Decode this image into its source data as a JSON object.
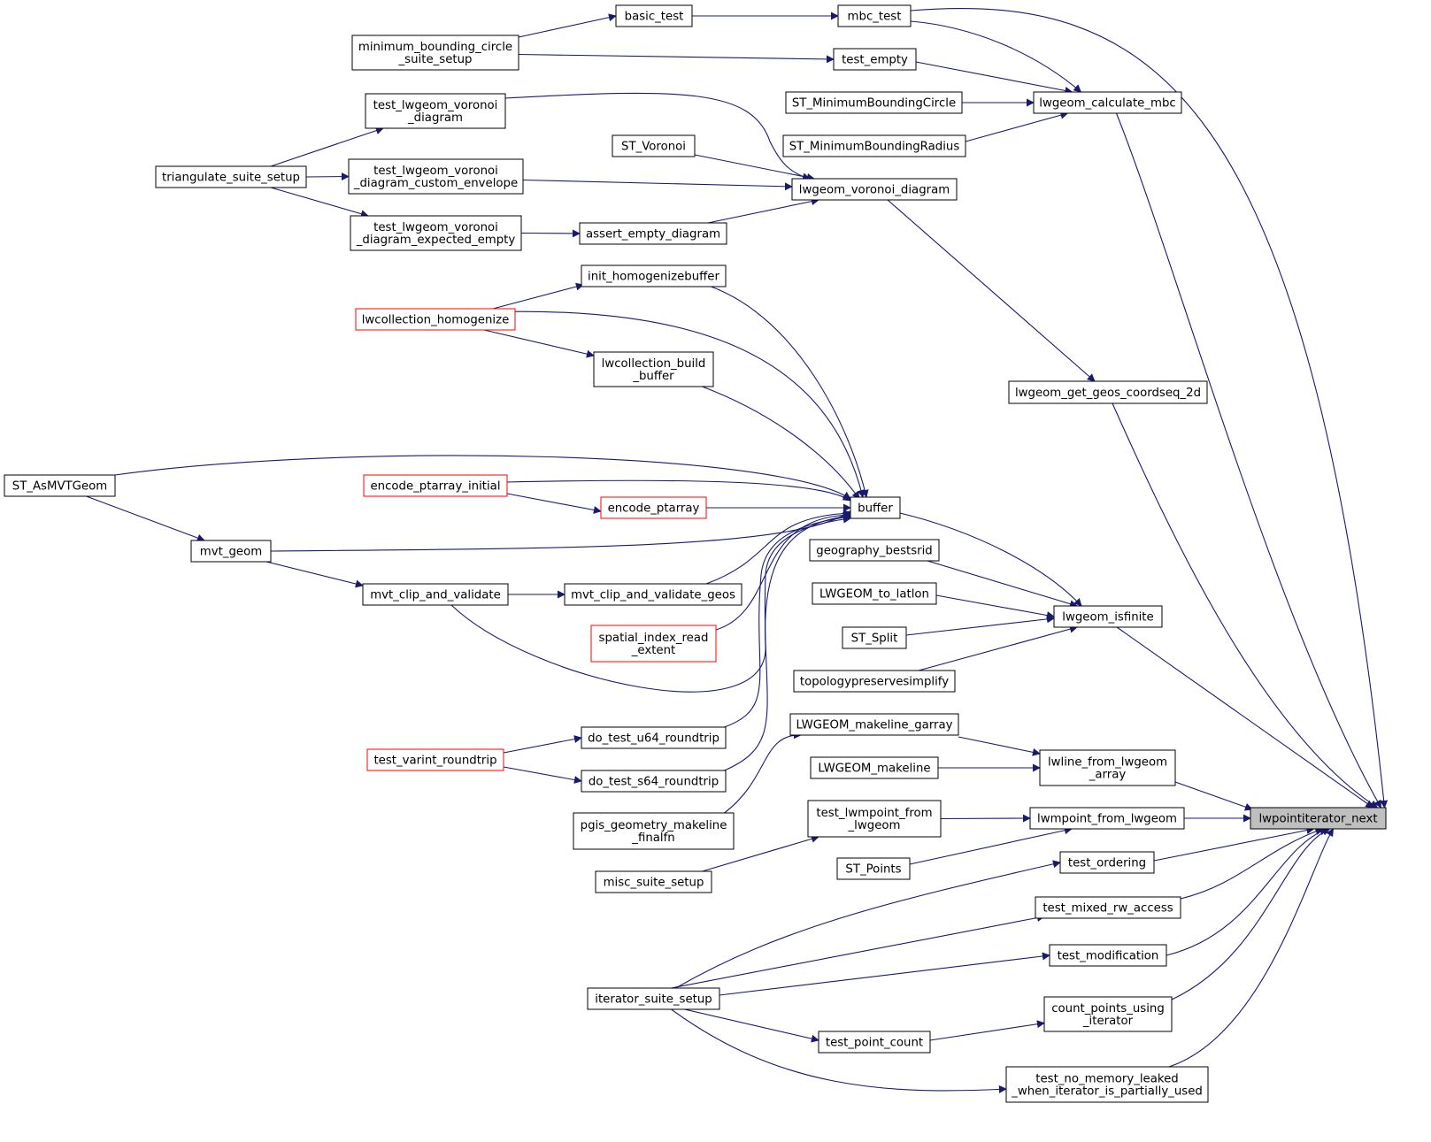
{
  "diagram": {
    "title": "",
    "edge_color": "#191970",
    "nodes": [
      {
        "id": "target",
        "lines": [
          "lwpointiterator_next"
        ],
        "style": "target"
      },
      {
        "id": "calc_mbc",
        "lines": [
          "lwgeom_calculate_mbc"
        ],
        "style": "normal"
      },
      {
        "id": "mbc_test",
        "lines": [
          "mbc_test"
        ],
        "style": "normal"
      },
      {
        "id": "basic_test",
        "lines": [
          "basic_test"
        ],
        "style": "normal"
      },
      {
        "id": "mbc_suite",
        "lines": [
          "minimum_bounding_circle",
          "_suite_setup"
        ],
        "style": "normal"
      },
      {
        "id": "test_empty",
        "lines": [
          "test_empty"
        ],
        "style": "normal"
      },
      {
        "id": "st_mbc",
        "lines": [
          "ST_MinimumBoundingCircle"
        ],
        "style": "normal"
      },
      {
        "id": "st_mbr",
        "lines": [
          "ST_MinimumBoundingRadius"
        ],
        "style": "normal"
      },
      {
        "id": "coordseq",
        "lines": [
          "lwgeom_get_geos_coordseq_2d"
        ],
        "style": "normal"
      },
      {
        "id": "voronoi",
        "lines": [
          "lwgeom_voronoi_diagram"
        ],
        "style": "normal"
      },
      {
        "id": "t_vor",
        "lines": [
          "test_lwgeom_voronoi",
          "_diagram"
        ],
        "style": "normal"
      },
      {
        "id": "st_voronoi",
        "lines": [
          "ST_Voronoi"
        ],
        "style": "normal"
      },
      {
        "id": "t_vor_env",
        "lines": [
          "test_lwgeom_voronoi",
          "_diagram_custom_envelope"
        ],
        "style": "normal"
      },
      {
        "id": "assert_empty",
        "lines": [
          "assert_empty_diagram"
        ],
        "style": "normal"
      },
      {
        "id": "t_vor_empty",
        "lines": [
          "test_lwgeom_voronoi",
          "_diagram_expected_empty"
        ],
        "style": "normal"
      },
      {
        "id": "tri_suite",
        "lines": [
          "triangulate_suite_setup"
        ],
        "style": "normal"
      },
      {
        "id": "buffer",
        "lines": [
          "buffer"
        ],
        "style": "normal"
      },
      {
        "id": "init_homog",
        "lines": [
          "init_homogenizebuffer"
        ],
        "style": "normal"
      },
      {
        "id": "lwcoll_homog",
        "lines": [
          "lwcollection_homogenize"
        ],
        "style": "red"
      },
      {
        "id": "lwcoll_build",
        "lines": [
          "lwcollection_build",
          "_buffer"
        ],
        "style": "normal"
      },
      {
        "id": "st_asmvt",
        "lines": [
          "ST_AsMVTGeom"
        ],
        "style": "normal"
      },
      {
        "id": "enc_init",
        "lines": [
          "encode_ptarray_initial"
        ],
        "style": "red"
      },
      {
        "id": "enc_pt",
        "lines": [
          "encode_ptarray"
        ],
        "style": "red"
      },
      {
        "id": "mvt_geom",
        "lines": [
          "mvt_geom"
        ],
        "style": "normal"
      },
      {
        "id": "mvt_clip",
        "lines": [
          "mvt_clip_and_validate"
        ],
        "style": "normal"
      },
      {
        "id": "mvt_clip_geos",
        "lines": [
          "mvt_clip_and_validate_geos"
        ],
        "style": "normal"
      },
      {
        "id": "spatial_idx",
        "lines": [
          "spatial_index_read",
          "_extent"
        ],
        "style": "red"
      },
      {
        "id": "do_u64",
        "lines": [
          "do_test_u64_roundtrip"
        ],
        "style": "normal"
      },
      {
        "id": "do_s64",
        "lines": [
          "do_test_s64_roundtrip"
        ],
        "style": "normal"
      },
      {
        "id": "t_varint",
        "lines": [
          "test_varint_roundtrip"
        ],
        "style": "red"
      },
      {
        "id": "isfinite",
        "lines": [
          "lwgeom_isfinite"
        ],
        "style": "normal"
      },
      {
        "id": "geog_best",
        "lines": [
          "geography_bestsrid"
        ],
        "style": "normal"
      },
      {
        "id": "to_latlon",
        "lines": [
          "LWGEOM_to_latlon"
        ],
        "style": "normal"
      },
      {
        "id": "st_split",
        "lines": [
          "ST_Split"
        ],
        "style": "normal"
      },
      {
        "id": "topo_simpl",
        "lines": [
          "topologypreservesimplify"
        ],
        "style": "normal"
      },
      {
        "id": "lwline_from",
        "lines": [
          "lwline_from_lwgeom",
          "_array"
        ],
        "style": "normal"
      },
      {
        "id": "makeline_garray",
        "lines": [
          "LWGEOM_makeline_garray"
        ],
        "style": "normal"
      },
      {
        "id": "makeline",
        "lines": [
          "LWGEOM_makeline"
        ],
        "style": "normal"
      },
      {
        "id": "pgis_makeline",
        "lines": [
          "pgis_geometry_makeline",
          "_finalfn"
        ],
        "style": "normal"
      },
      {
        "id": "lwmpoint_from",
        "lines": [
          "lwmpoint_from_lwgeom"
        ],
        "style": "normal"
      },
      {
        "id": "t_lwmpoint",
        "lines": [
          "test_lwmpoint_from",
          "_lwgeom"
        ],
        "style": "normal"
      },
      {
        "id": "misc_suite",
        "lines": [
          "misc_suite_setup"
        ],
        "style": "normal"
      },
      {
        "id": "st_points",
        "lines": [
          "ST_Points"
        ],
        "style": "normal"
      },
      {
        "id": "t_ordering",
        "lines": [
          "test_ordering"
        ],
        "style": "normal"
      },
      {
        "id": "t_mixed",
        "lines": [
          "test_mixed_rw_access"
        ],
        "style": "normal"
      },
      {
        "id": "t_modif",
        "lines": [
          "test_modification"
        ],
        "style": "normal"
      },
      {
        "id": "count_pts",
        "lines": [
          "count_points_using",
          "_iterator"
        ],
        "style": "normal"
      },
      {
        "id": "t_no_mem",
        "lines": [
          "test_no_memory_leaked",
          "_when_iterator_is_partially_used"
        ],
        "style": "normal"
      },
      {
        "id": "iter_suite",
        "lines": [
          "iterator_suite_setup"
        ],
        "style": "normal"
      },
      {
        "id": "t_pt_count",
        "lines": [
          "test_point_count"
        ],
        "style": "normal"
      }
    ],
    "edges": [
      [
        "calc_mbc",
        "target"
      ],
      [
        "mbc_test",
        "target"
      ],
      [
        "coordseq",
        "target"
      ],
      [
        "isfinite",
        "target"
      ],
      [
        "lwline_from",
        "target"
      ],
      [
        "lwmpoint_from",
        "target"
      ],
      [
        "t_ordering",
        "target"
      ],
      [
        "t_mixed",
        "target"
      ],
      [
        "t_modif",
        "target"
      ],
      [
        "count_pts",
        "target"
      ],
      [
        "t_no_mem",
        "target"
      ],
      [
        "mbc_test",
        "calc_mbc"
      ],
      [
        "test_empty",
        "calc_mbc"
      ],
      [
        "st_mbc",
        "calc_mbc"
      ],
      [
        "st_mbr",
        "calc_mbc"
      ],
      [
        "basic_test",
        "mbc_test"
      ],
      [
        "mbc_suite",
        "basic_test"
      ],
      [
        "mbc_suite",
        "test_empty"
      ],
      [
        "voronoi",
        "coordseq"
      ],
      [
        "t_vor",
        "voronoi"
      ],
      [
        "st_voronoi",
        "voronoi"
      ],
      [
        "t_vor_env",
        "voronoi"
      ],
      [
        "assert_empty",
        "voronoi"
      ],
      [
        "t_vor_empty",
        "assert_empty"
      ],
      [
        "tri_suite",
        "t_vor"
      ],
      [
        "tri_suite",
        "t_vor_env"
      ],
      [
        "tri_suite",
        "t_vor_empty"
      ],
      [
        "buffer",
        "isfinite"
      ],
      [
        "geog_best",
        "isfinite"
      ],
      [
        "to_latlon",
        "isfinite"
      ],
      [
        "st_split",
        "isfinite"
      ],
      [
        "topo_simpl",
        "isfinite"
      ],
      [
        "init_homog",
        "buffer"
      ],
      [
        "lwcoll_homog",
        "buffer"
      ],
      [
        "lwcoll_build",
        "buffer"
      ],
      [
        "st_asmvt",
        "buffer"
      ],
      [
        "enc_init",
        "buffer"
      ],
      [
        "enc_pt",
        "buffer"
      ],
      [
        "mvt_geom",
        "buffer"
      ],
      [
        "mvt_clip_geos",
        "buffer"
      ],
      [
        "spatial_idx",
        "buffer"
      ],
      [
        "mvt_clip",
        "buffer"
      ],
      [
        "do_u64",
        "buffer"
      ],
      [
        "do_s64",
        "buffer"
      ],
      [
        "lwcoll_homog",
        "init_homog"
      ],
      [
        "lwcoll_homog",
        "lwcoll_build"
      ],
      [
        "enc_init",
        "enc_pt"
      ],
      [
        "st_asmvt",
        "mvt_geom"
      ],
      [
        "mvt_geom",
        "mvt_clip"
      ],
      [
        "mvt_clip",
        "mvt_clip_geos"
      ],
      [
        "t_varint",
        "do_u64"
      ],
      [
        "t_varint",
        "do_s64"
      ],
      [
        "makeline_garray",
        "lwline_from"
      ],
      [
        "makeline",
        "lwline_from"
      ],
      [
        "pgis_makeline",
        "makeline_garray"
      ],
      [
        "t_lwmpoint",
        "lwmpoint_from"
      ],
      [
        "st_points",
        "lwmpoint_from"
      ],
      [
        "misc_suite",
        "t_lwmpoint"
      ],
      [
        "iter_suite",
        "t_ordering"
      ],
      [
        "iter_suite",
        "t_mixed"
      ],
      [
        "iter_suite",
        "t_modif"
      ],
      [
        "iter_suite",
        "t_pt_count"
      ],
      [
        "iter_suite",
        "t_no_mem"
      ],
      [
        "t_pt_count",
        "count_pts"
      ]
    ]
  }
}
